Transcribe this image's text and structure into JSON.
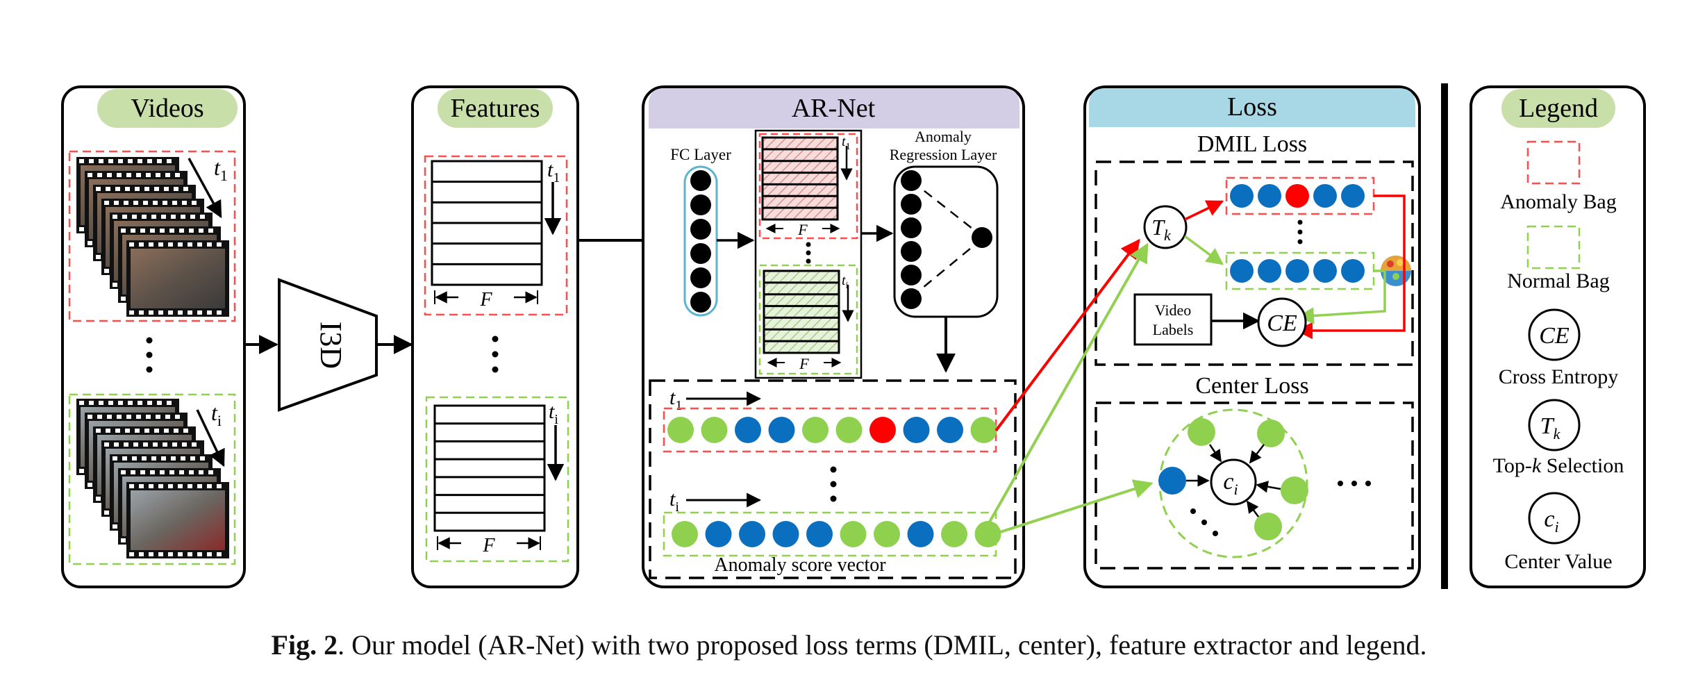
{
  "panels": {
    "videos": "Videos",
    "features": "Features",
    "arnet": "AR-Net",
    "loss": "Loss",
    "legend": "Legend"
  },
  "extractor": "I3D",
  "arnet_labels": {
    "fc_layer": "FC Layer",
    "anomaly_regression_line1": "Anomaly",
    "anomaly_regression_line2": "Regression Layer",
    "score_vector": "Anomaly score vector",
    "feature_width": "F"
  },
  "loss_labels": {
    "dmil": "DMIL Loss",
    "center": "Center Loss",
    "video_labels_line1": "Video",
    "video_labels_line2": "Labels",
    "ce": "CE",
    "tk": "T",
    "tk_sub": "k",
    "ci": "c",
    "ci_sub": "i"
  },
  "time_labels": {
    "t1": "t",
    "t1_sub": "1",
    "ti": "t",
    "ti_sub": "i"
  },
  "legend_items": {
    "anomaly_bag": "Anomaly Bag",
    "normal_bag": "Normal Bag",
    "cross_entropy": "Cross Entropy",
    "topk_pre": "Top-",
    "topk_k": "k",
    "topk_post": " Selection",
    "center_value": "Center Value"
  },
  "caption": {
    "bold": "Fig. 2",
    "text": ". Our model (AR-Net) with two proposed loss terms (DMIL, center), feature extractor and legend."
  },
  "score_vectors": {
    "anomaly": [
      "green",
      "green",
      "blue",
      "blue",
      "green",
      "green",
      "red",
      "blue",
      "blue",
      "green"
    ],
    "normal": [
      "green",
      "blue",
      "blue",
      "blue",
      "blue",
      "green",
      "green",
      "blue",
      "green",
      "green"
    ],
    "dmil_top": [
      "blue",
      "blue",
      "red",
      "blue",
      "blue"
    ],
    "dmil_bottom": [
      "blue",
      "blue",
      "blue",
      "blue",
      "blue"
    ]
  },
  "colors": {
    "green": "#8fd14f",
    "blue": "#0b6fc0",
    "red": "#ff0000",
    "anomaly_dash": "#ff4d4d",
    "normal_dash": "#8fd14f",
    "videos_header": "#c9dfa9",
    "arnet_header": "#d4cde6",
    "loss_header": "#a8d8e6",
    "arrow_red": "#ff0000",
    "arrow_green": "#92d050",
    "fc_outline": "#5bb5cf"
  }
}
